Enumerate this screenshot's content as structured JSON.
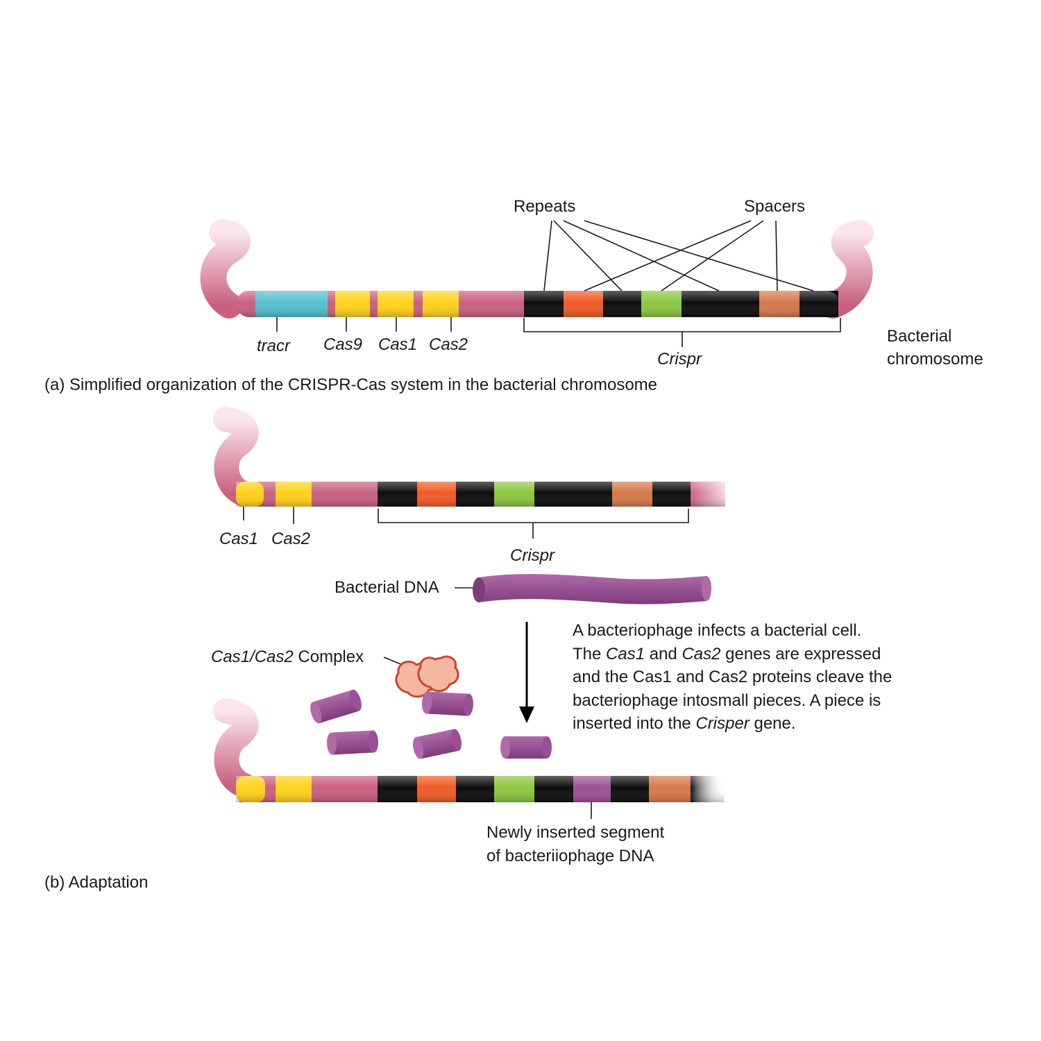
{
  "colors": {
    "chromosome_pink": "#c9607e",
    "tracr": "#52c0cf",
    "cas_gene": "#ffd21a",
    "repeat": "#0d0d0d",
    "spacer_orange": "#f15a24",
    "spacer_green": "#8cc63f",
    "spacer_brown": "#d6784a",
    "phage_dna": "#9b4f96",
    "cas_complex": "#f4b7a0",
    "cas_complex_edge": "#c9462f"
  },
  "panel_a": {
    "repeats_label": "Repeats",
    "spacers_label": "Spacers",
    "genes": {
      "tracr": "tracr",
      "cas9": "Cas9",
      "cas1": "Cas1",
      "cas2": "Cas2"
    },
    "crispr_label": "Crispr",
    "chromosome_label_line1": "Bacterial",
    "chromosome_label_line2": "chromosome",
    "caption": "(a) Simplified organization of the CRISPR-Cas system in the bacterial chromosome"
  },
  "panel_b": {
    "cas1": "Cas1",
    "cas2": "Cas2",
    "crispr_label": "Crispr",
    "bacterial_dna_label": "Bacterial DNA",
    "complex_label_italic": "Cas1/Cas2",
    "complex_label_rest": " Complex",
    "description": {
      "line1": "A bacteriophage infects a bacterial cell.",
      "line2_a": "The ",
      "line2_cas1": "Cas1",
      "line2_b": " and ",
      "line2_cas2": "Cas2",
      "line2_c": " genes are expressed",
      "line3": "and the Cas1 and Cas2 proteins cleave the",
      "line4": "bacteriophage intosmall pieces. A piece is",
      "line5_a": "inserted into the ",
      "line5_crisper": "Crisper",
      "line5_b": " gene."
    },
    "inserted_line1": "Newly inserted segment",
    "inserted_line2": "of bacteriiophage DNA",
    "caption": "(b) Adaptation"
  }
}
